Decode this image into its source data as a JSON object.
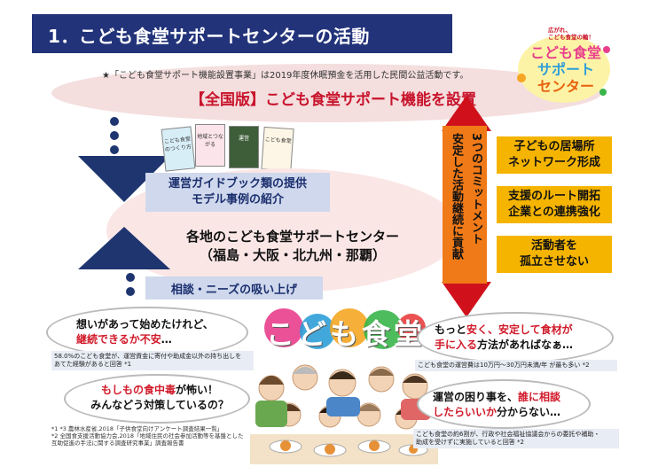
{
  "header": {
    "title": "1．こども食堂サポートセンターの活動"
  },
  "banner": {
    "note": "★「こども食堂サポート機能設置事業」は2019年度休眠預金を活用した民間公益活動です。",
    "main": "【全国版】こども食堂サポート機能を設置"
  },
  "mascot": {
    "small": [
      "広がれ、",
      "こども食堂の輪！"
    ],
    "big": [
      "こども食堂",
      "サポート",
      "センター"
    ]
  },
  "books": [
    "こども食堂のつくり方",
    "地域とつながる",
    "運営",
    "こども食堂"
  ],
  "guide": {
    "line1": "運営ガイドブック類の提供",
    "line2": "モデル事例の紹介"
  },
  "center": {
    "line1": "各地のこども食堂サポートセンター",
    "line2": "（福島・大阪・北九州・那覇）"
  },
  "consult": "相談・ニーズの吸い上げ",
  "commitment": {
    "col1": "3つのコミットメント",
    "col2": "安定した活動継続に貢献"
  },
  "commitments": [
    {
      "line1": "子どもの居場所",
      "line2": "ネットワーク形成"
    },
    {
      "line1": "支援のルート開拓",
      "line2": "企業との連携強化"
    },
    {
      "line1": "活動者を",
      "line2": "孤立させない"
    }
  ],
  "logo": {
    "text": "こども食堂",
    "colors": [
      "#e83e8c",
      "#2e9fd8",
      "#f5a623",
      "#3ab54a",
      "#e83e3e"
    ]
  },
  "bubbles": {
    "b1": {
      "line1": "想いがあって始めたけれど、",
      "line2_red": "継続できるか不安",
      "line2_rest": "…"
    },
    "b1_caption": {
      "line1": "58.0%のこども食堂が、運営資金に寄付や助成金以外の持ち出しを",
      "line2": "あてた経験があると回答 *1"
    },
    "b2": {
      "line1_red": "もしもの食中毒",
      "line1_rest": "が怖い！",
      "line2": "みんなどう対策しているの？"
    },
    "b3": {
      "line1_pre": "もっと",
      "line1_red": "安く、安定して食材が",
      "line2_red": "手に入る",
      "line2_rest": "方法があればなぁ…"
    },
    "b3_caption": "こども食堂の運営費は10万円～30万円未満/年 が最も多い *2",
    "b4": {
      "line1_pre": "運営の困り事を、",
      "line1_red": "誰に相談",
      "line2_red": "したらいいか",
      "line2_rest": "分からない…"
    },
    "b4_caption": {
      "line1": "こども食堂の約6割が、行政や社会福祉協議会からの委託や補助・",
      "line2": "助成を受けずに実施していると回答 *2"
    }
  },
  "footnotes": [
    "*1 *3  農林水産省,2018「子供食堂向けアンケート調査結果一覧」",
    "*2  全国食支援活動協力会,2018「地域住民の社会参加活動等を基盤とした",
    "      互助促進の手法に関する調査研究事業」調査報告書"
  ],
  "colors": {
    "navy": "#22337a",
    "red": "#c8142c",
    "orange": "#f07a18",
    "yellow": "#f5b400",
    "lightblue": "#cfd8ec"
  }
}
